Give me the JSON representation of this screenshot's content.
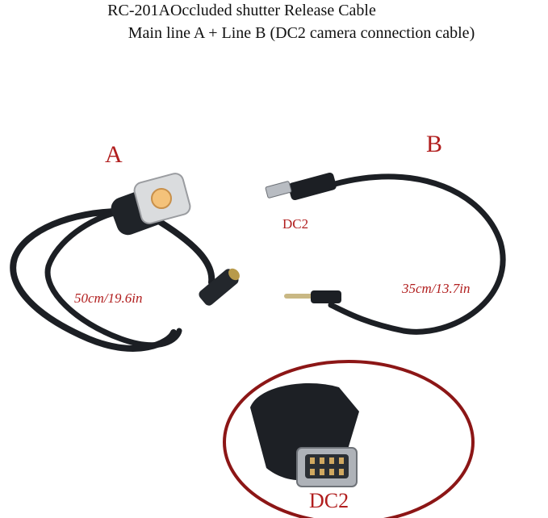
{
  "title_line_1": "RC-201AOccluded shutter Release Cable",
  "title_line_2": "Main line A + Line B (DC2 camera connection cable)",
  "label_a": "A",
  "label_b": "B",
  "length_a": "50cm/19.6in",
  "length_b": "35cm/13.7in",
  "dc2_label_top": "DC2",
  "dc2_label_zoom": "DC2",
  "colors": {
    "label_red": "#b11e1e",
    "cable_black": "#1a1d22",
    "ring_red": "#8c1616"
  }
}
